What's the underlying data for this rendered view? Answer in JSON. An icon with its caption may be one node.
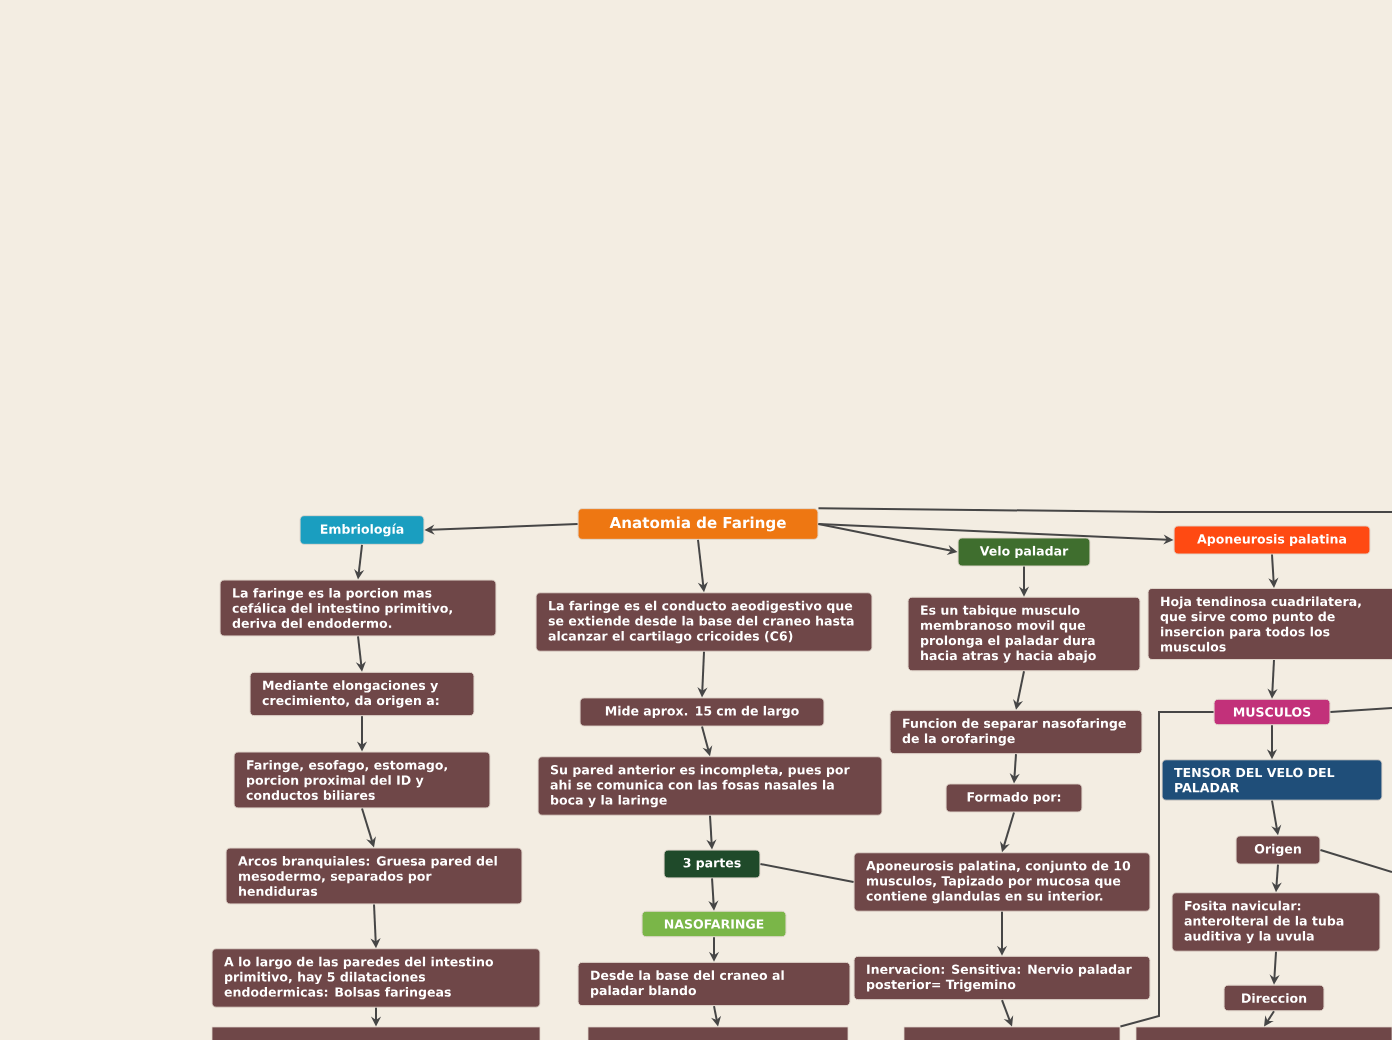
{
  "diagram": {
    "nodes": [
      {
        "text": [
          "Anatomia de Faringe"
        ]
      },
      {
        "text": [
          "Embriología"
        ]
      },
      {
        "text": [
          "La faringe es la porcion mas cefálica del intestino primitivo, deriva del endodermo."
        ]
      },
      {
        "text": [
          "Mediante elongaciones y crecimiento, da origen a:"
        ]
      },
      {
        "text": [
          "Faringe, esofago, estomago, porcion proximal del ID y conductos biliares"
        ]
      },
      {
        "text": [
          "Arcos branquiales: Gruesa pared del mesodermo, separados por hendiduras"
        ]
      },
      {
        "text": [
          "A lo largo de las paredes del intestino primitivo, hay 5 dilataciones endodermicas: Bolsas faringeas"
        ]
      },
      {
        "text": [],
        "shape": "box"
      },
      {
        "text": [
          "La faringe es el conducto aeodigestivo que se extiende desde la base del craneo hasta alcanzar el cartilago cricoides (C6)"
        ]
      },
      {
        "text": [
          "Mide aprox. 15 cm de largo"
        ]
      },
      {
        "text": [
          "Su pared anterior es incompleta, pues por ahi se comunica con las fosas nasales la boca y la laringe"
        ]
      },
      {
        "text": [
          "3 partes"
        ]
      },
      {
        "text": [
          "NASOFARINGE"
        ]
      },
      {
        "text": [
          "Desde la base del craneo al paladar blando"
        ]
      },
      {
        "text": [],
        "shape": "box"
      },
      {
        "text": [
          "Velo paladar"
        ]
      },
      {
        "text": [
          "Es un tabique musculo membranoso movil que prolonga el paladar dura hacia atras y hacia abajo"
        ]
      },
      {
        "text": [
          "Funcion de separar nasofaringe de la orofaringe"
        ]
      },
      {
        "text": [
          "Formado por:"
        ]
      },
      {
        "text": [
          "Aponeurosis palatina, conjunto de 10 musculos, Tapizado por mucosa que contiene glandulas en su interior."
        ]
      },
      {
        "text": [
          "Inervacion: Sensitiva: Nervio paladar posterior= Trigemino"
        ]
      },
      {
        "text": [],
        "shape": "box"
      },
      {
        "text": [
          "Aponeurosis palatina"
        ]
      },
      {
        "text": [
          "Hoja tendinosa cuadrilatera, que sirve como punto de insercion para todos los musculos"
        ]
      },
      {
        "text": [
          "MUSCULOS"
        ]
      },
      {
        "text": [
          "TENSOR DEL VELO DEL PALADAR"
        ]
      },
      {
        "text": [
          "Origen"
        ]
      },
      {
        "text": [
          "Fosita navicular: anterolteral de la tuba auditiva y la uvula"
        ]
      },
      {
        "text": [
          "Direccion"
        ]
      },
      {
        "text": [],
        "shape": "box"
      }
    ],
    "edges": [
      {
        "from": 0,
        "to": 1,
        "arrow": "to"
      },
      {
        "from": 1,
        "to": 2,
        "arrow": "to"
      },
      {
        "from": 2,
        "to": 3,
        "arrow": "to"
      },
      {
        "from": 3,
        "to": 4,
        "arrow": "to"
      },
      {
        "from": 4,
        "to": 5,
        "arrow": "to"
      },
      {
        "from": 5,
        "to": 6,
        "arrow": "to"
      },
      {
        "from": 6,
        "to": 7,
        "arrow": "to"
      },
      {
        "from": 0,
        "to": 8,
        "arrow": "to"
      },
      {
        "from": 8,
        "to": 9,
        "arrow": "to"
      },
      {
        "from": 9,
        "to": 10,
        "arrow": "to"
      },
      {
        "from": 10,
        "to": 11,
        "arrow": "to"
      },
      {
        "from": 11,
        "to": 12,
        "arrow": "to"
      },
      {
        "from": 12,
        "to": 13,
        "arrow": "to"
      },
      {
        "from": 13,
        "to": 14,
        "arrow": "to"
      },
      {
        "from": 0,
        "to": 15,
        "arrow": "to"
      },
      {
        "from": 15,
        "to": 16,
        "arrow": "to"
      },
      {
        "from": 16,
        "to": 17,
        "arrow": "to"
      },
      {
        "from": 17,
        "to": 18,
        "arrow": "to"
      },
      {
        "from": 18,
        "to": 19,
        "arrow": "to"
      },
      {
        "from": 19,
        "to": 20,
        "arrow": "to"
      },
      {
        "from": 20,
        "to": 21,
        "arrow": "to"
      },
      {
        "from": 0,
        "to": 22,
        "arrow": "to"
      },
      {
        "from": 22,
        "to": 23,
        "arrow": "to"
      },
      {
        "from": 23,
        "to": 24,
        "arrow": "to"
      },
      {
        "from": 24,
        "to": 25,
        "arrow": "to"
      },
      {
        "from": 25,
        "to": 26,
        "arrow": "to"
      },
      {
        "from": 26,
        "to": 27,
        "arrow": "to"
      },
      {
        "from": 27,
        "to": 28,
        "arrow": "to"
      },
      {
        "from": 28,
        "to": 29,
        "arrow": "to"
      },
      {
        "from": 11,
        "to": 19,
        "arrow": "none"
      },
      {
        "from": 24,
        "to": 21,
        "arrow": "none"
      },
      {
        "from": 0,
        "to": null,
        "arrow": "none"
      },
      {
        "from": 24,
        "to": null,
        "arrow": "none"
      },
      {
        "from": 26,
        "to": null,
        "arrow": "none"
      }
    ]
  }
}
